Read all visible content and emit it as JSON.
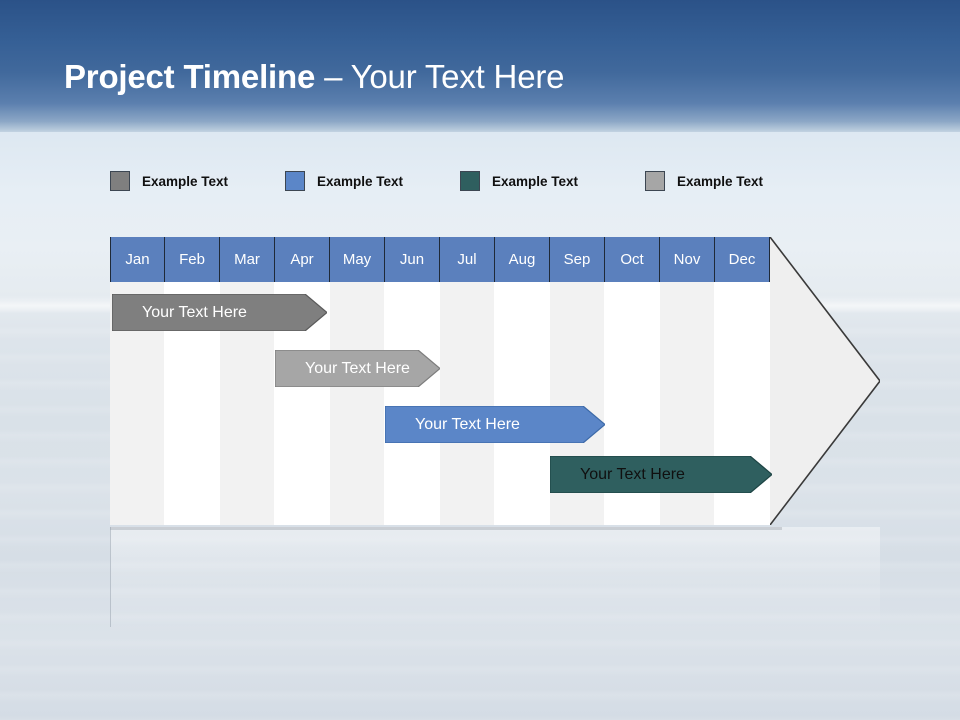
{
  "slide": {
    "title_main": "Project Timeline",
    "title_sub": " – Your Text Here"
  },
  "legend": {
    "items": [
      {
        "label": "Example Text",
        "color": "#7f7f7f",
        "icon": "legend-swatch-icon"
      },
      {
        "label": "Example Text",
        "color": "#5b86c8",
        "icon": "legend-swatch-icon"
      },
      {
        "label": "Example Text",
        "color": "#2f5f5f",
        "icon": "legend-swatch-icon"
      },
      {
        "label": "Example Text",
        "color": "#a6a6a6",
        "icon": "legend-swatch-icon"
      }
    ]
  },
  "chart_data": {
    "type": "bar",
    "title": "Project Timeline – Your Text Here",
    "xlabel": "",
    "ylabel": "",
    "categories": [
      "Jan",
      "Feb",
      "Mar",
      "Apr",
      "May",
      "Jun",
      "Jul",
      "Aug",
      "Sep",
      "Oct",
      "Nov",
      "Dec"
    ],
    "grid": true,
    "legend_position": "top",
    "series": [
      {
        "name": "Your  Text Here",
        "label": "Your  Text Here",
        "color": "#7f7f7f",
        "text_color": "#ffffff",
        "start_month": "Jan",
        "end_month": "Apr",
        "start_index": 0,
        "end_index": 3.9,
        "row": 0
      },
      {
        "name": "Your  Text Here",
        "label": "Your  Text Here",
        "color": "#a6a6a6",
        "text_color": "#ffffff",
        "start_month": "Apr",
        "end_month": "Jun",
        "start_index": 3.0,
        "end_index": 5.9,
        "row": 1
      },
      {
        "name": "Your  Text Here",
        "label": "Your  Text Here",
        "color": "#5b86c8",
        "text_color": "#ffffff",
        "start_month": "Jun",
        "end_month": "Sep",
        "start_index": 5.0,
        "end_index": 8.9,
        "row": 2
      },
      {
        "name": "Your  Text Here",
        "label": "Your  Text Here",
        "color": "#2f5f5f",
        "text_color": "#0d0d0d",
        "start_month": "Sep",
        "end_month": "Dec",
        "start_index": 8.0,
        "end_index": 11.9,
        "row": 3
      }
    ]
  },
  "colors": {
    "header_blue": "#5b80bd",
    "title_band_top": "#2b5288",
    "column_stripe": "#f2f2f2",
    "arrow_fill": "#efefef",
    "arrow_stroke": "#3a3a3a"
  }
}
